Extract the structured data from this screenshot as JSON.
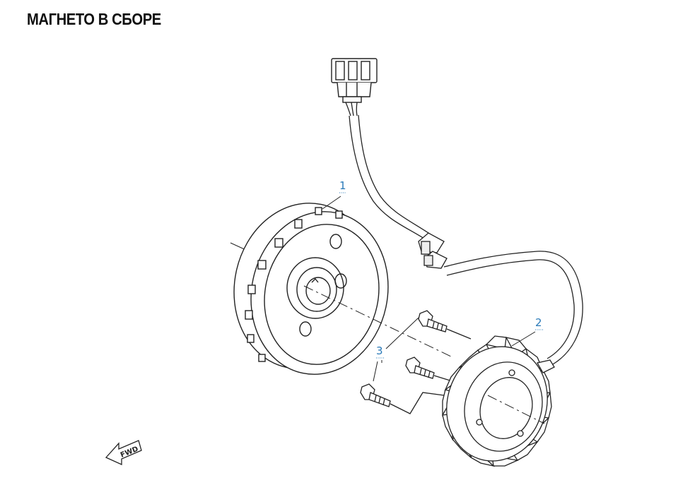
{
  "title": "МАГНЕТО В СБОРЕ",
  "callouts": [
    {
      "label": "1",
      "part": "flywheel-rotor"
    },
    {
      "label": "2",
      "part": "stator"
    },
    {
      "label": "3",
      "part": "bolts"
    }
  ],
  "direction_arrow": {
    "label": "FWD"
  },
  "colors": {
    "line": "#222222",
    "callout": "#2a7ab8",
    "title": "#111111"
  }
}
